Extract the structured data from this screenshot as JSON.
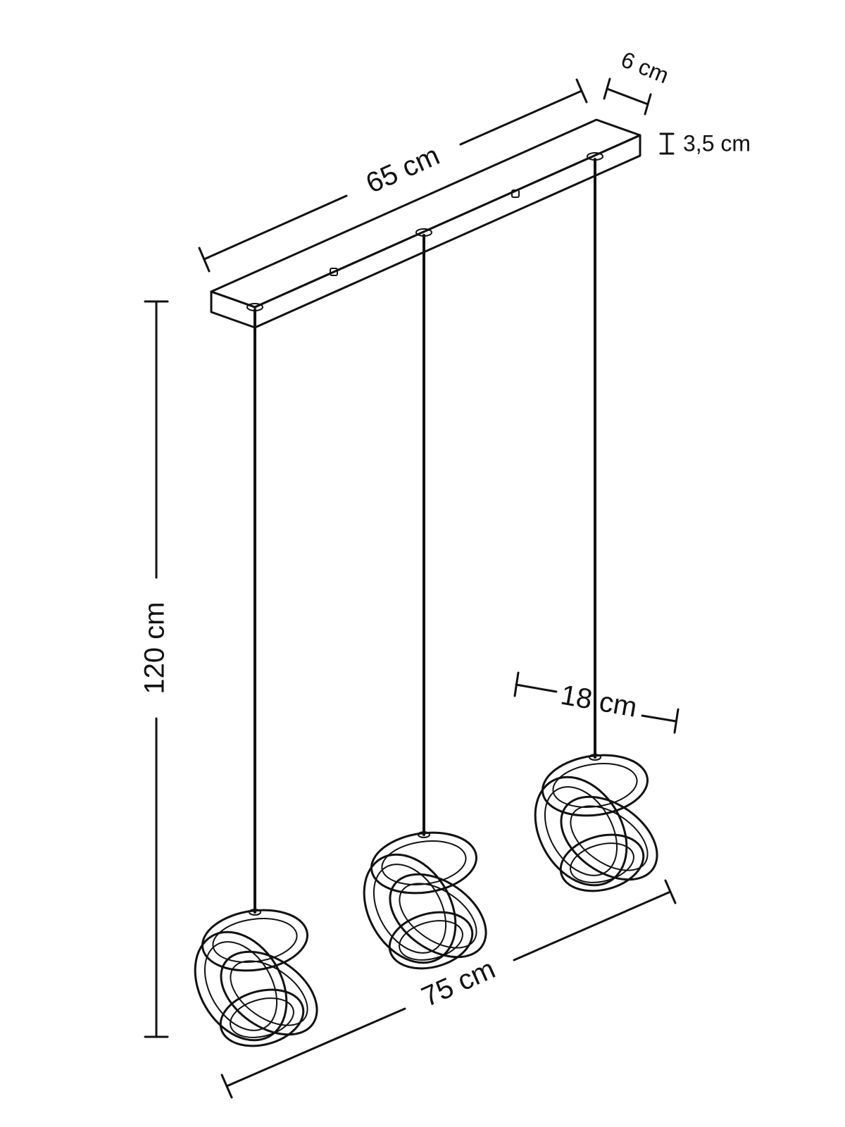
{
  "dimensions": {
    "canopy_length": "65 cm",
    "canopy_depth": "6 cm",
    "canopy_height": "3,5 cm",
    "drop_height": "120 cm",
    "shade_diameter": "18 cm",
    "total_width": "75 cm"
  },
  "colors": {
    "line": "#111111",
    "background": "#ffffff"
  }
}
